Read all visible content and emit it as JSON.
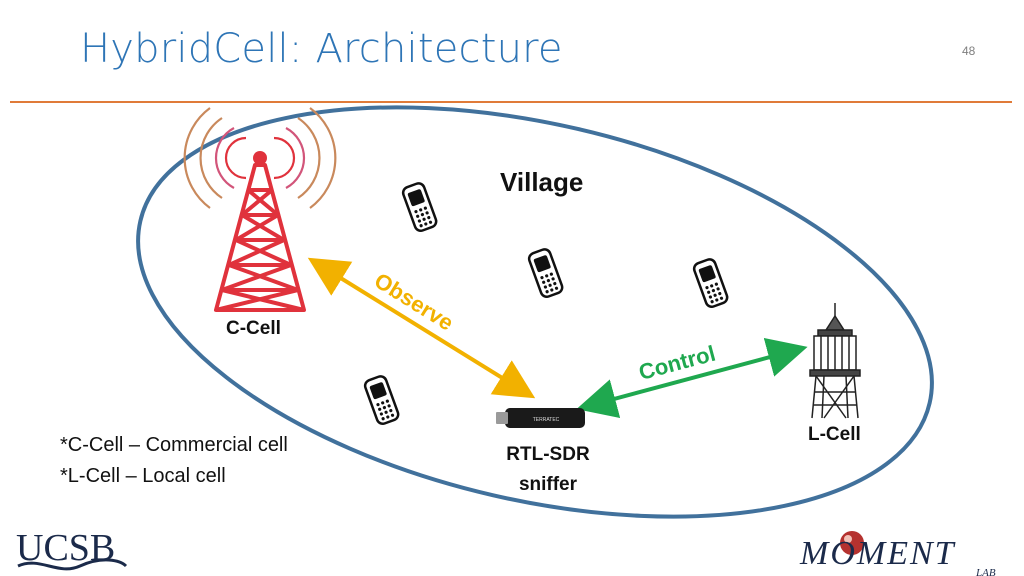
{
  "slide": {
    "title": "HybridCell: Architecture",
    "number": "48"
  },
  "diagram": {
    "region_label": "Village",
    "nodes": {
      "c_cell": "C-Cell",
      "l_cell": "L-Cell",
      "sniffer_line1": "RTL-SDR",
      "sniffer_line2": "sniffer"
    },
    "edges": {
      "observe": "Observe",
      "control": "Control"
    },
    "device_brand": "TERRATEC"
  },
  "notes": [
    "*C-Cell – Commercial cell",
    "*L-Cell – Local cell"
  ],
  "logos": {
    "left": "UCSB",
    "right_main": "MOMENT",
    "right_sub": "LAB"
  },
  "colors": {
    "title": "#2e75b6",
    "rule": "#e07b39",
    "ellipse": "#41719c",
    "tower": "#e0323c",
    "observe": "#f2b100",
    "control": "#1fa84f"
  }
}
